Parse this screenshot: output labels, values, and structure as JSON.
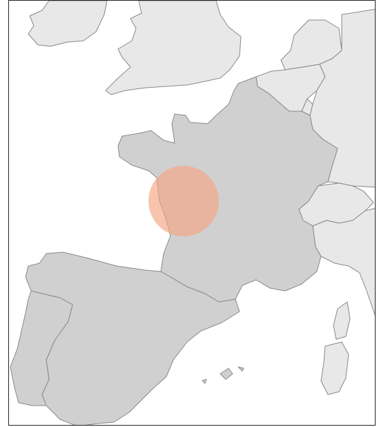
{
  "colors": {
    "background": "#ffffff",
    "land_focus": "#d0d0d0",
    "land_other": "#e8e8e8",
    "border": "#888888",
    "frame": "#222222",
    "marker_fill": "#f4a582",
    "marker_opacity": 0.65
  },
  "regions": [
    {
      "name": "france",
      "focus": true
    },
    {
      "name": "spain",
      "focus": true
    },
    {
      "name": "portugal",
      "focus": true
    },
    {
      "name": "united-kingdom",
      "focus": false
    },
    {
      "name": "ireland",
      "focus": false
    },
    {
      "name": "belgium",
      "focus": false
    },
    {
      "name": "netherlands",
      "focus": false
    },
    {
      "name": "luxembourg",
      "focus": false
    },
    {
      "name": "germany",
      "focus": false
    },
    {
      "name": "switzerland",
      "focus": false
    },
    {
      "name": "italy",
      "focus": false
    },
    {
      "name": "corsica",
      "focus": false
    },
    {
      "name": "sardinia",
      "focus": false
    },
    {
      "name": "balearic-islands",
      "focus": true
    }
  ],
  "markers": [
    {
      "name": "region-marker",
      "shape": "circle"
    }
  ]
}
